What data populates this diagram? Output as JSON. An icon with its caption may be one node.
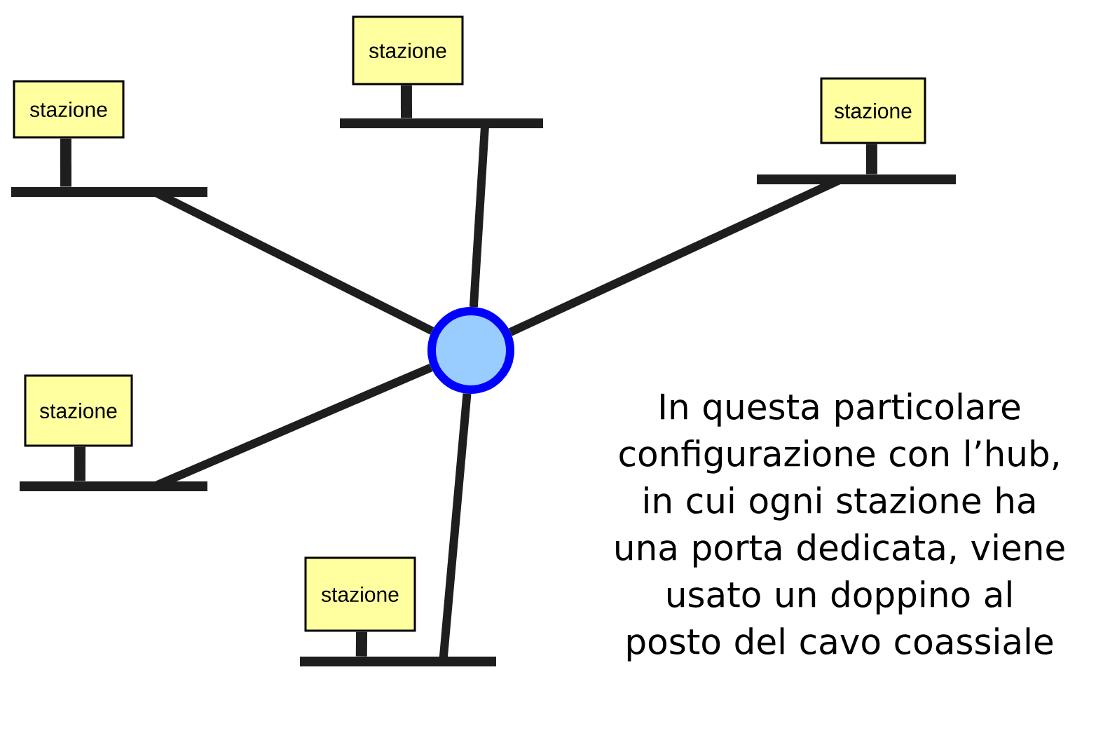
{
  "diagram": {
    "nodes": [
      {
        "text": [
          "stazione"
        ]
      },
      {
        "text": [],
        "shape": "bar"
      },
      {
        "text": [
          "stazione"
        ]
      },
      {
        "text": [],
        "shape": "bar"
      },
      {
        "text": [
          "stazione"
        ]
      },
      {
        "text": [],
        "shape": "bar"
      },
      {
        "text": [],
        "shape": "circle"
      },
      {
        "text": [
          "stazione"
        ]
      },
      {
        "text": [],
        "shape": "bar"
      },
      {
        "text": [
          "stazione"
        ]
      },
      {
        "text": [],
        "shape": "bar"
      }
    ],
    "edges": [
      {
        "from": 0,
        "to": 1,
        "arrow": "none"
      },
      {
        "from": 2,
        "to": 3,
        "arrow": "none"
      },
      {
        "from": 4,
        "to": 5,
        "arrow": "none"
      },
      {
        "from": 7,
        "to": 8,
        "arrow": "none"
      },
      {
        "from": 9,
        "to": 10,
        "arrow": "none"
      },
      {
        "from": 1,
        "to": 6,
        "arrow": "none"
      },
      {
        "from": 3,
        "to": 6,
        "arrow": "none"
      },
      {
        "from": 5,
        "to": 6,
        "arrow": "none"
      },
      {
        "from": 8,
        "to": 6,
        "arrow": "none"
      },
      {
        "from": 10,
        "to": 6,
        "arrow": "none"
      }
    ],
    "labels": [
      "In questa particolare configurazione con l’hub, in cui ogni stazione ha una porta dedicata, viene usato un doppino al posto del cavo coassiale"
    ]
  }
}
